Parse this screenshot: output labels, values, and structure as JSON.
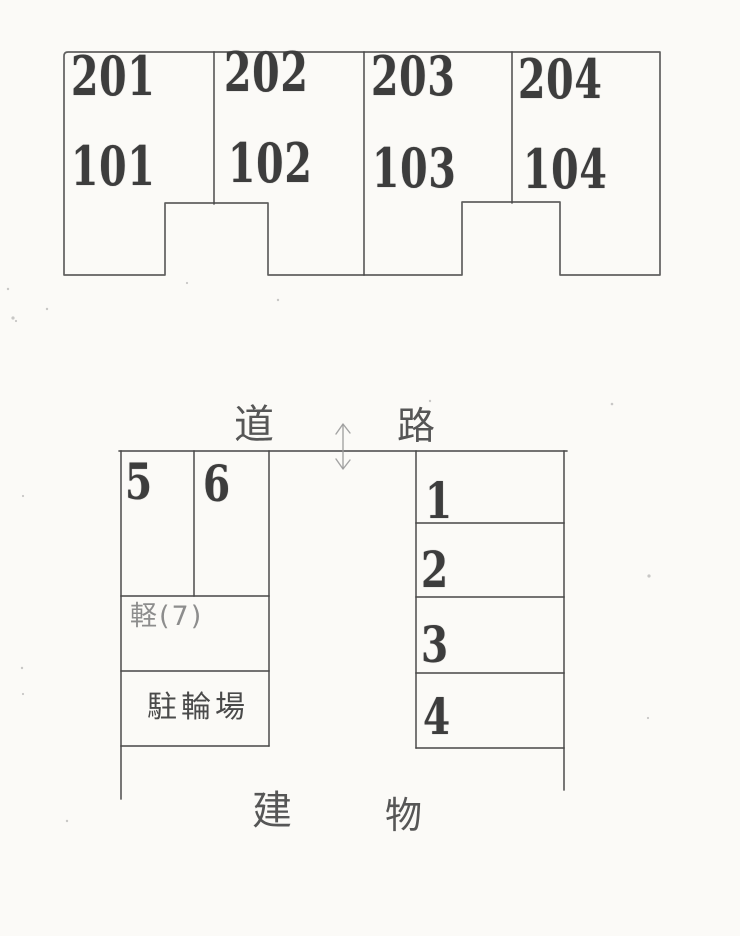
{
  "colors": {
    "paper": "#fbfaf7",
    "ink": "#4a4a4a",
    "stamp_ink": "#3d3d3d",
    "pencil_light": "#8d8d8d",
    "arrow_gray": "#9a9a9a"
  },
  "building_plan": {
    "units": [
      {
        "upper": "201",
        "lower": "101"
      },
      {
        "upper": "202",
        "lower": "102"
      },
      {
        "upper": "203",
        "lower": "103"
      },
      {
        "upper": "204",
        "lower": "104"
      }
    ]
  },
  "site_plan": {
    "road_label_left": "道",
    "road_label_right": "路",
    "building_label_left": "建",
    "building_label_right": "物",
    "left_block": {
      "space_5": "5",
      "space_6": "6",
      "light_car_space": "軽(7)",
      "bicycle_parking": "駐輪場"
    },
    "right_block": {
      "space_1": "1",
      "space_2": "2",
      "space_3": "3",
      "space_4": "4"
    },
    "icons": {
      "road_arrow": "double-vertical-arrow"
    }
  }
}
